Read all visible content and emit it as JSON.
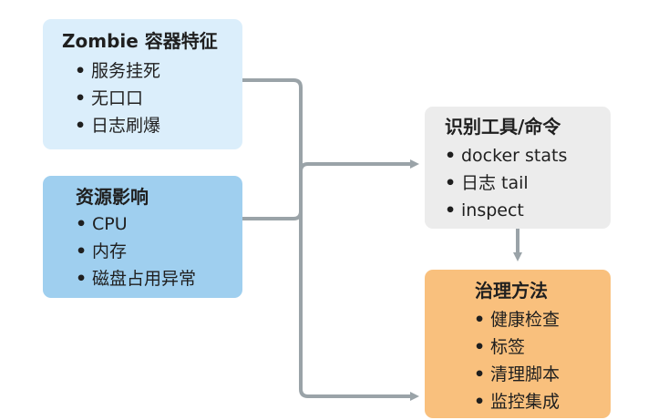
{
  "boxes": {
    "zombie": {
      "title": "Zombie 容器特征",
      "items": [
        "服务挂死",
        "无口口",
        "日志刷爆"
      ],
      "color": "#dbeefb"
    },
    "resource": {
      "title": "资源影响",
      "items": [
        "CPU",
        "内存",
        "磁盘占用异常"
      ],
      "color": "#9fcfef"
    },
    "tools": {
      "title": "识别工具/命令",
      "items": [
        "docker stats",
        "日志 tail",
        "inspect"
      ],
      "color": "#ececec"
    },
    "method": {
      "title": "治理方法",
      "items": [
        "健康检查",
        "标签",
        "清理脚本",
        "监控集成"
      ],
      "color": "#f9c07d"
    }
  },
  "connector_color": "#9aa3a8"
}
